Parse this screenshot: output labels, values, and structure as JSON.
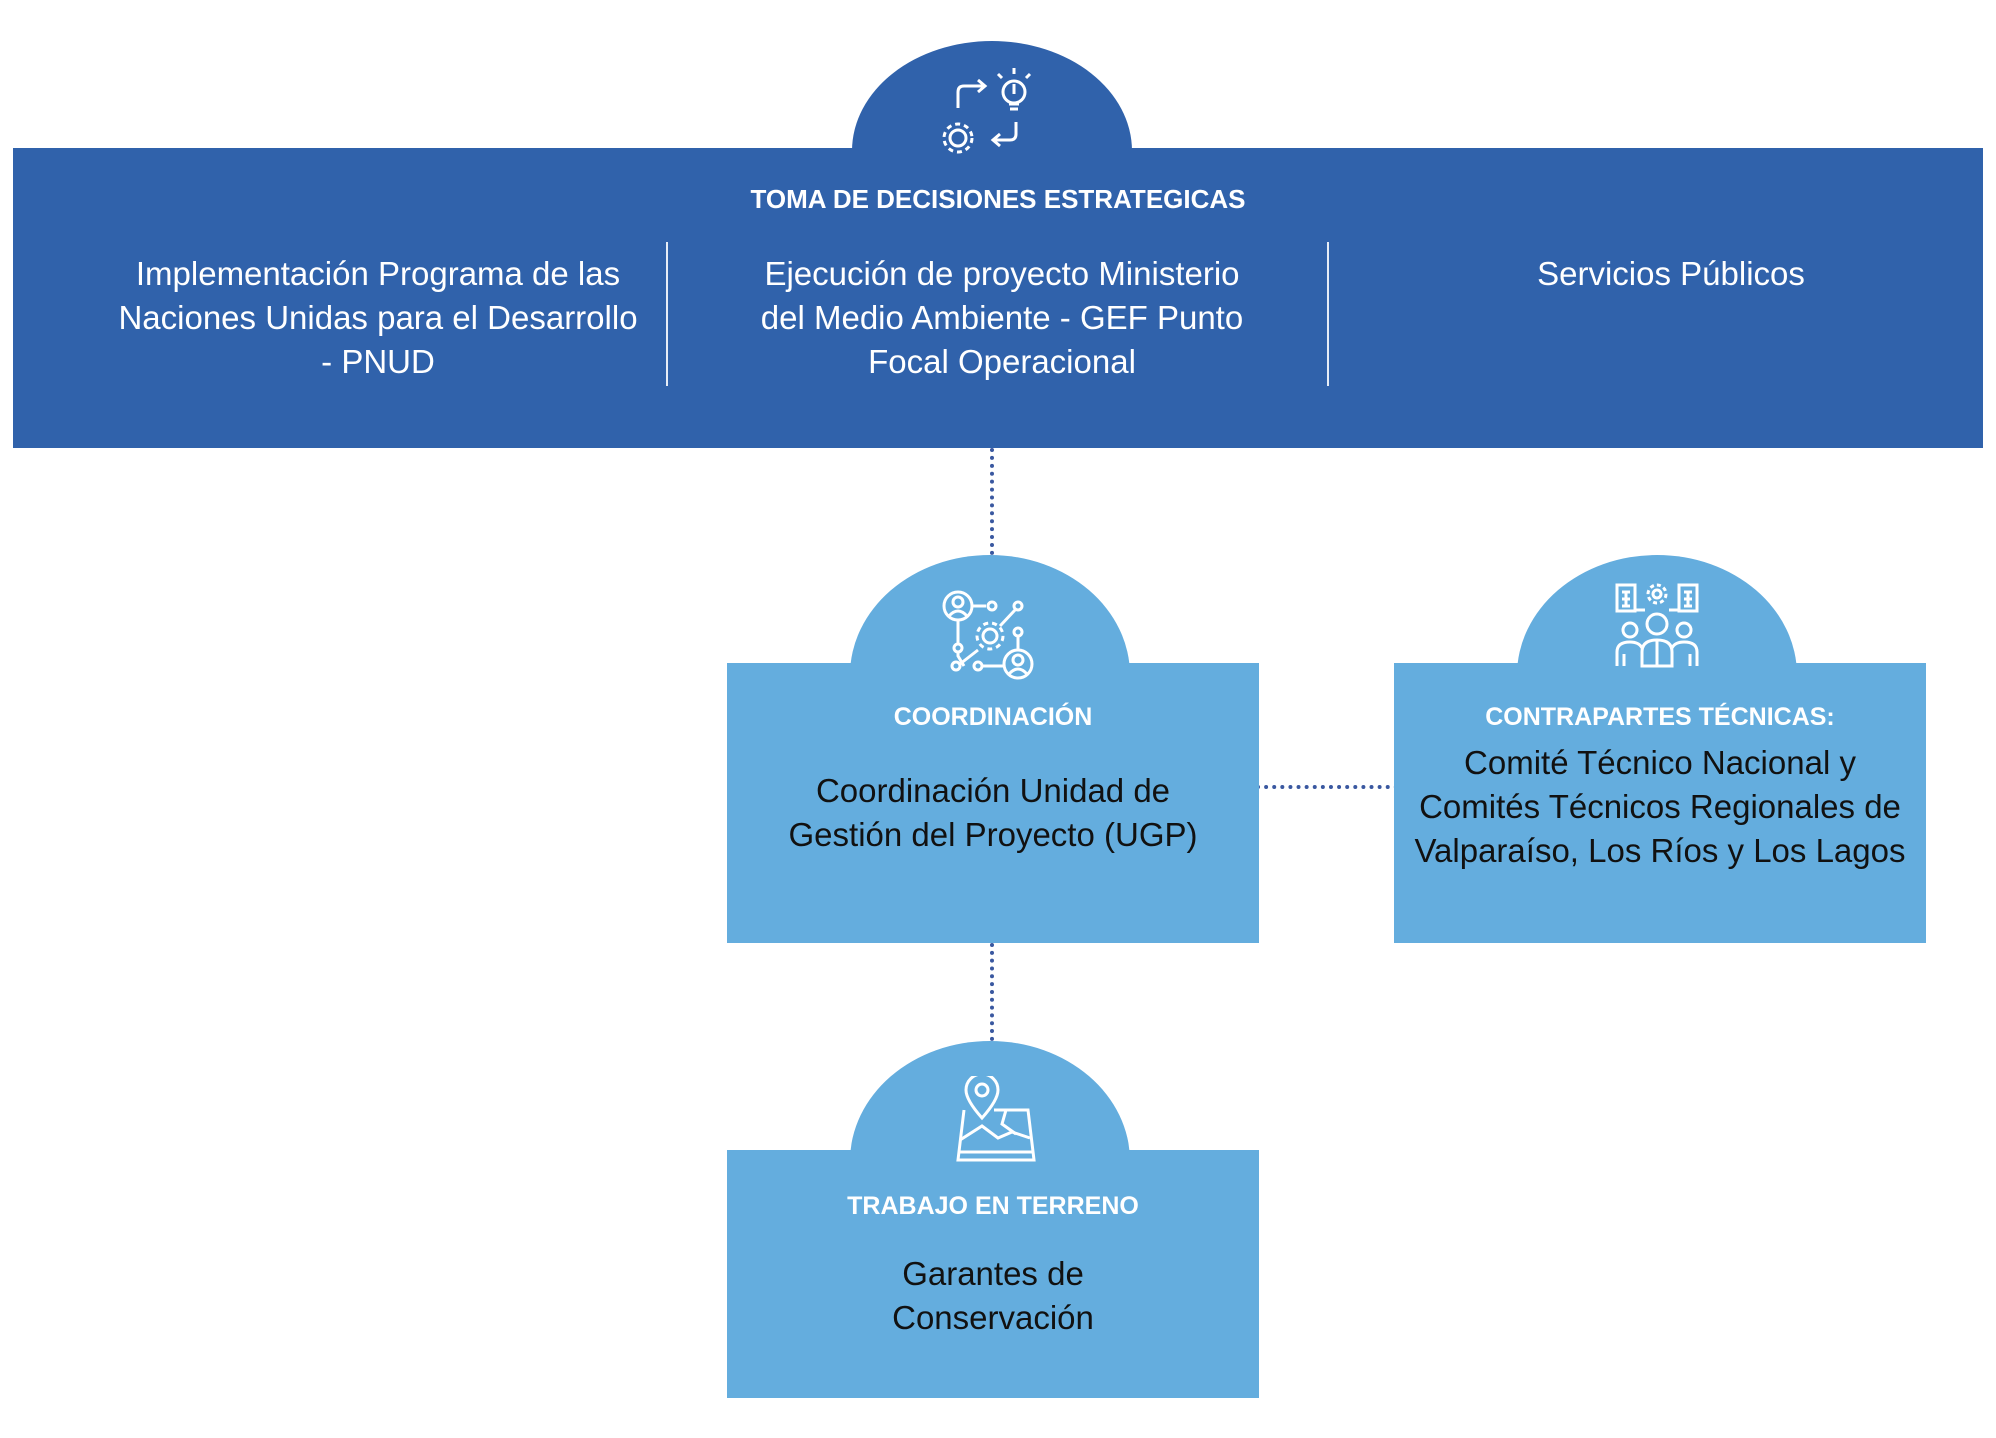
{
  "strategic": {
    "title": "TOMA DE DECISIONES ESTRATEGICAS",
    "icon": "ideas-process-icon",
    "columns": [
      "Implementación Programa de las Naciones Unidas para el Desarrollo - PNUD",
      "Ejecución de proyecto Ministerio del Medio Ambiente - GEF Punto Focal Operacional",
      "Servicios Públicos"
    ]
  },
  "coordination": {
    "label": "COORDINACIÓN",
    "icon": "network-people-gear-icon",
    "text": "Coordinación Unidad de Gestión del Proyecto (UGP)"
  },
  "counterparts": {
    "label": "CONTRAPARTES TÉCNICAS:",
    "icon": "team-gear-icon",
    "text": "Comité Técnico Nacional y Comités Técnicos Regionales de Valparaíso, Los Ríos y Los Lagos"
  },
  "fieldwork": {
    "label": "TRABAJO EN TERRENO",
    "icon": "map-pin-icon",
    "text": "Garantes de Conservación"
  },
  "colors": {
    "dark_blue": "#3062ab",
    "light_blue": "#64adde",
    "connector": "#3a58a0"
  }
}
